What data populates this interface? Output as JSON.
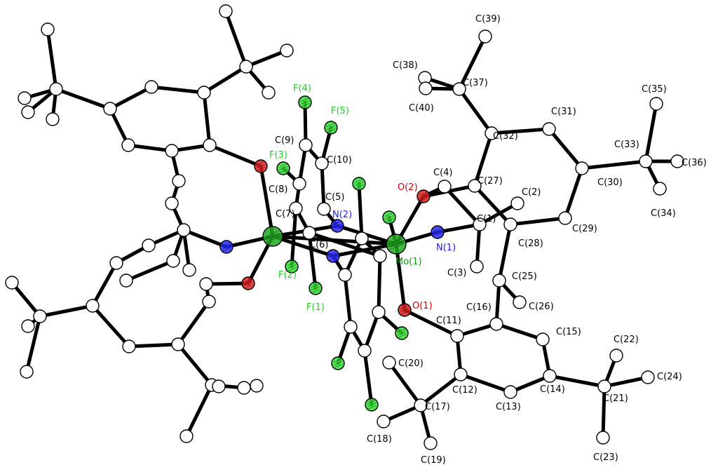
{
  "structure": {
    "description": "ORTEP-style crystal structure drawing of a dimolybdenum fluorinated complex",
    "colors": {
      "carbon": "#ffffff",
      "fluorine": "#33dd33",
      "oxygen": "#e02020",
      "nitrogen": "#2a2aff",
      "molybdenum": "#22aa22",
      "bond": "#000000"
    },
    "labels": {
      "C39": "C(39)",
      "C38": "C(38)",
      "C37": "C(37)",
      "C40": "C(40)",
      "C35": "C(35)",
      "C31": "C(31)",
      "C32": "C(32)",
      "C33": "C(33)",
      "C36": "C(36)",
      "C30": "C(30)",
      "C34": "C(34)",
      "C27": "C(27)",
      "C4": "C(4)",
      "C2": "C(2)",
      "C1": "C(1)",
      "C28": "C(28)",
      "C29": "C(29)",
      "C3": "C(3)",
      "C25": "C(25)",
      "C26": "C(26)",
      "C16": "C(16)",
      "C11": "C(11)",
      "C15": "C(15)",
      "C22": "C(22)",
      "C24": "C(24)",
      "C21": "C(21)",
      "C14": "C(14)",
      "C13": "C(13)",
      "C12": "C(12)",
      "C17": "C(17)",
      "C20": "C(20)",
      "C18": "C(18)",
      "C19": "C(19)",
      "C23": "C(23)",
      "C9": "C(9)",
      "C10": "C(10)",
      "C8": "C(8)",
      "C7": "C(7)",
      "C6": "C(6)",
      "C5": "C(5)",
      "F4": "F(4)",
      "F5": "F(5)",
      "F3": "F(3)",
      "F2": "F(2)",
      "F1": "F(1)",
      "O1": "O(1)",
      "O2": "O(2)",
      "N1": "N(1)",
      "N2": "N(2)",
      "Mo1": "Mo(1)"
    }
  }
}
